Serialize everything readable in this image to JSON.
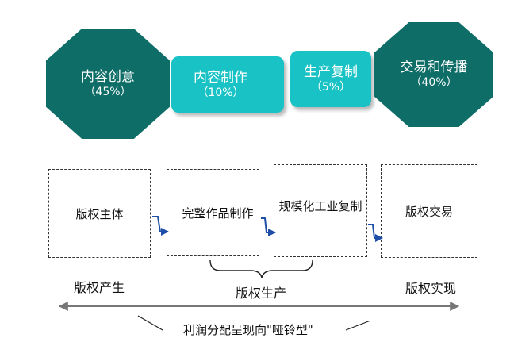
{
  "stages": [
    {
      "title": "内容创意",
      "pct": "（45%）"
    },
    {
      "title": "内容制作",
      "pct": "（10%）"
    },
    {
      "title": "生产复制",
      "pct": "（5%）"
    },
    {
      "title": "交易和传播",
      "pct": "（40%）"
    }
  ],
  "boxes": [
    "版权主体",
    "完整作品制作",
    "规模化工业复制",
    "版权交易"
  ],
  "phases": [
    "版权产生",
    "版权生产",
    "版权实现"
  ],
  "footer": "利润分配呈现向\"哑铃型\"",
  "colors": {
    "dark_teal": "#0e6e67",
    "light_teal": "#19c2c5",
    "arrow_blue": "#1d4fa8",
    "axis_gray": "#777777"
  }
}
